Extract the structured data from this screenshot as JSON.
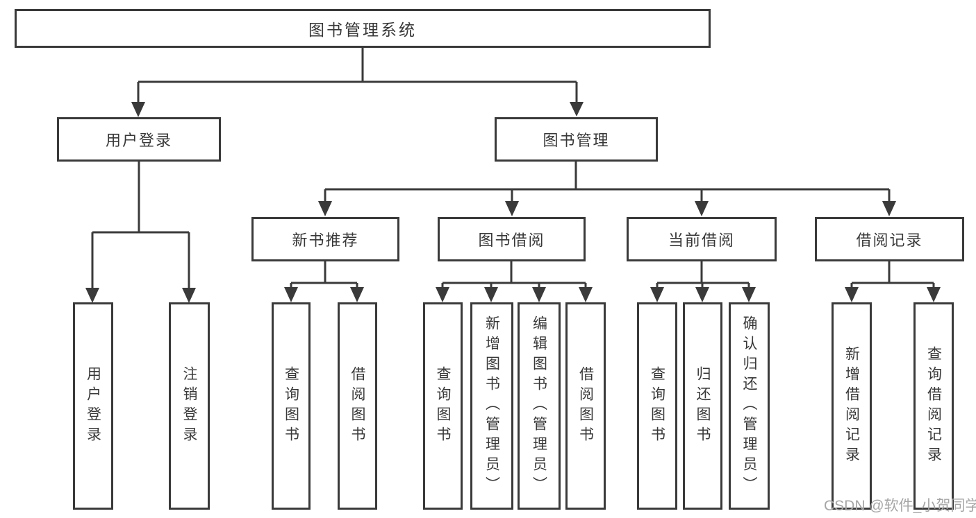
{
  "diagram": {
    "title_note": "functional structure chart",
    "root": {
      "label": "图书管理系统"
    },
    "branches": [
      {
        "label": "用户登录",
        "children": [
          "用户登录",
          "注销登录"
        ]
      },
      {
        "label": "图书管理",
        "children": [
          {
            "label": "新书推荐",
            "children": [
              "查询图书",
              "借阅图书"
            ]
          },
          {
            "label": "图书借阅",
            "children": [
              "查询图书",
              "新增图书（管理员）",
              "编辑图书（管理员）",
              "借阅图书"
            ]
          },
          {
            "label": "当前借阅",
            "children": [
              "查询图书",
              "归还图书",
              "确认归还（管理员）"
            ]
          },
          {
            "label": "借阅记录",
            "children": [
              "新增借阅记录",
              "查询借阅记录"
            ]
          }
        ]
      }
    ]
  },
  "watermark": "CSDN @软件_小贺同学",
  "colors": {
    "line": "#3a3a3a",
    "text": "#383838",
    "watermark": "#a6a6a6",
    "background": "#ffffff"
  }
}
